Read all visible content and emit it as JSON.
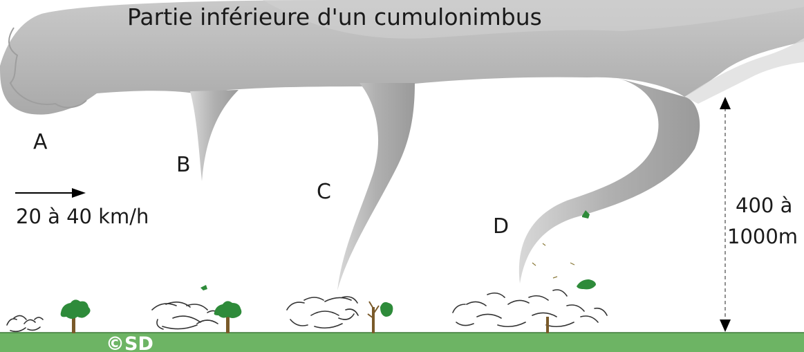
{
  "title": "Partie inférieure d'un cumulonimbus",
  "stages": [
    {
      "label": "A"
    },
    {
      "label": "B"
    },
    {
      "label": "C"
    },
    {
      "label": "D"
    }
  ],
  "speed_label": "20 à 40 km/h",
  "height_label": {
    "line1": "400 à",
    "line2": "1000m"
  },
  "copyright": "©SD",
  "colors": {
    "cloud": "#b3b3b3",
    "cloud_light": "#d4d4d4",
    "ground": "#6db464",
    "tree_leaf": "#2e8b3a",
    "tree_trunk": "#7a5a2a"
  }
}
